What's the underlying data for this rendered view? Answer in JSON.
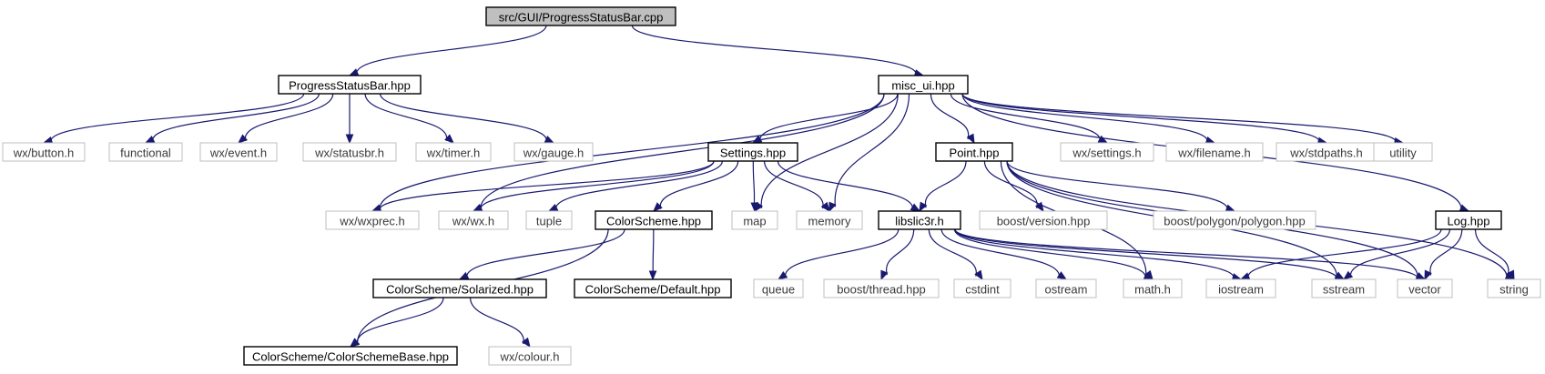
{
  "graph": {
    "nodes": [
      {
        "id": "root",
        "label": "src/GUI/ProgressStatusBar.cpp",
        "kind": "root"
      },
      {
        "id": "psb_hpp",
        "label": "ProgressStatusBar.hpp",
        "kind": "strong"
      },
      {
        "id": "misc_ui",
        "label": "misc_ui.hpp",
        "kind": "strong"
      },
      {
        "id": "wx_button",
        "label": "wx/button.h",
        "kind": "weak"
      },
      {
        "id": "functional",
        "label": "functional",
        "kind": "weak"
      },
      {
        "id": "wx_event",
        "label": "wx/event.h",
        "kind": "weak"
      },
      {
        "id": "wx_statusbr",
        "label": "wx/statusbr.h",
        "kind": "weak"
      },
      {
        "id": "wx_timer",
        "label": "wx/timer.h",
        "kind": "weak"
      },
      {
        "id": "wx_gauge",
        "label": "wx/gauge.h",
        "kind": "weak"
      },
      {
        "id": "settings",
        "label": "Settings.hpp",
        "kind": "strong"
      },
      {
        "id": "point",
        "label": "Point.hpp",
        "kind": "strong"
      },
      {
        "id": "wx_settings",
        "label": "wx/settings.h",
        "kind": "weak"
      },
      {
        "id": "wx_filename",
        "label": "wx/filename.h",
        "kind": "weak"
      },
      {
        "id": "wx_stdpaths",
        "label": "wx/stdpaths.h",
        "kind": "weak"
      },
      {
        "id": "utility",
        "label": "utility",
        "kind": "weak"
      },
      {
        "id": "wx_wxprec",
        "label": "wx/wxprec.h",
        "kind": "weak"
      },
      {
        "id": "wx_wx",
        "label": "wx/wx.h",
        "kind": "weak"
      },
      {
        "id": "tuple",
        "label": "tuple",
        "kind": "weak"
      },
      {
        "id": "colorscheme",
        "label": "ColorScheme.hpp",
        "kind": "strong"
      },
      {
        "id": "map",
        "label": "map",
        "kind": "weak"
      },
      {
        "id": "memory",
        "label": "memory",
        "kind": "weak"
      },
      {
        "id": "libslic3r",
        "label": "libslic3r.h",
        "kind": "strong"
      },
      {
        "id": "boost_version",
        "label": "boost/version.hpp",
        "kind": "weak"
      },
      {
        "id": "boost_polygon",
        "label": "boost/polygon/polygon.hpp",
        "kind": "weak"
      },
      {
        "id": "log",
        "label": "Log.hpp",
        "kind": "strong"
      },
      {
        "id": "cs_solarized",
        "label": "ColorScheme/Solarized.hpp",
        "kind": "strong"
      },
      {
        "id": "cs_default",
        "label": "ColorScheme/Default.hpp",
        "kind": "strong"
      },
      {
        "id": "queue",
        "label": "queue",
        "kind": "weak"
      },
      {
        "id": "boost_thread",
        "label": "boost/thread.hpp",
        "kind": "weak"
      },
      {
        "id": "cstdint",
        "label": "cstdint",
        "kind": "weak"
      },
      {
        "id": "ostream",
        "label": "ostream",
        "kind": "weak"
      },
      {
        "id": "math_h",
        "label": "math.h",
        "kind": "weak"
      },
      {
        "id": "iostream",
        "label": "iostream",
        "kind": "weak"
      },
      {
        "id": "sstream",
        "label": "sstream",
        "kind": "weak"
      },
      {
        "id": "vector",
        "label": "vector",
        "kind": "weak"
      },
      {
        "id": "string",
        "label": "string",
        "kind": "weak"
      },
      {
        "id": "cs_base",
        "label": "ColorScheme/ColorSchemeBase.hpp",
        "kind": "strong"
      },
      {
        "id": "wx_colour",
        "label": "wx/colour.h",
        "kind": "weak"
      }
    ],
    "edges": [
      [
        "root",
        "psb_hpp"
      ],
      [
        "root",
        "misc_ui"
      ],
      [
        "psb_hpp",
        "wx_button"
      ],
      [
        "psb_hpp",
        "functional"
      ],
      [
        "psb_hpp",
        "wx_event"
      ],
      [
        "psb_hpp",
        "wx_statusbr"
      ],
      [
        "psb_hpp",
        "wx_timer"
      ],
      [
        "psb_hpp",
        "wx_gauge"
      ],
      [
        "misc_ui",
        "wx_wxprec"
      ],
      [
        "misc_ui",
        "wx_wx"
      ],
      [
        "misc_ui",
        "settings"
      ],
      [
        "misc_ui",
        "map"
      ],
      [
        "misc_ui",
        "memory"
      ],
      [
        "misc_ui",
        "point"
      ],
      [
        "misc_ui",
        "wx_settings"
      ],
      [
        "misc_ui",
        "wx_filename"
      ],
      [
        "misc_ui",
        "wx_stdpaths"
      ],
      [
        "misc_ui",
        "utility"
      ],
      [
        "misc_ui",
        "log"
      ],
      [
        "settings",
        "wx_wxprec"
      ],
      [
        "settings",
        "wx_wx"
      ],
      [
        "settings",
        "tuple"
      ],
      [
        "settings",
        "colorscheme"
      ],
      [
        "settings",
        "map"
      ],
      [
        "settings",
        "memory"
      ],
      [
        "settings",
        "libslic3r"
      ],
      [
        "point",
        "libslic3r"
      ],
      [
        "point",
        "boost_version"
      ],
      [
        "point",
        "boost_polygon"
      ],
      [
        "point",
        "math_h"
      ],
      [
        "point",
        "sstream"
      ],
      [
        "point",
        "vector"
      ],
      [
        "point",
        "string"
      ],
      [
        "colorscheme",
        "cs_solarized"
      ],
      [
        "colorscheme",
        "cs_default"
      ],
      [
        "colorscheme",
        "cs_base"
      ],
      [
        "cs_solarized",
        "cs_base"
      ],
      [
        "cs_solarized",
        "wx_colour"
      ],
      [
        "libslic3r",
        "queue"
      ],
      [
        "libslic3r",
        "boost_thread"
      ],
      [
        "libslic3r",
        "cstdint"
      ],
      [
        "libslic3r",
        "ostream"
      ],
      [
        "libslic3r",
        "math_h"
      ],
      [
        "libslic3r",
        "iostream"
      ],
      [
        "libslic3r",
        "sstream"
      ],
      [
        "libslic3r",
        "vector"
      ],
      [
        "log",
        "iostream"
      ],
      [
        "log",
        "sstream"
      ],
      [
        "log",
        "vector"
      ],
      [
        "log",
        "string"
      ]
    ]
  },
  "colors": {
    "edge": "#191970",
    "root_fill": "#bfbfbf",
    "strong_border": "#000000",
    "weak_border": "#bfbfbf"
  }
}
